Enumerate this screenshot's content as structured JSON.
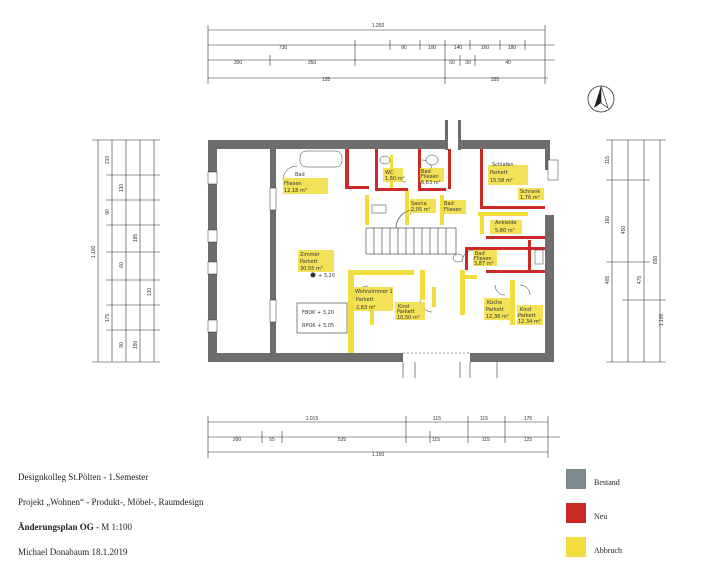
{
  "info": {
    "school": "Designkolleg St.Pölten - 1.Semester",
    "project": "Projekt „Wohnen“ - Produkt-, Möbel-, Raumdesign",
    "plan_title_bold": "Änderungsplan OG",
    "plan_title_rest": " - M 1:100",
    "author_date": "Michael Donabaum  18.1.2019"
  },
  "legend": [
    {
      "label": "Bestand",
      "color": "#7b8a8c"
    },
    {
      "label": "Neu",
      "color": "#cc2a26"
    },
    {
      "label": "Abbruch",
      "color": "#f2dd3c"
    }
  ],
  "colors": {
    "existing": "#6d6d6d",
    "new": "#cc2a26",
    "demolition": "#f2dd3c",
    "line": "#333333"
  },
  "top_dims": {
    "total": "1.250",
    "row2": [
      "730",
      "90",
      "100",
      "140",
      "160",
      "180"
    ],
    "row3": [
      "300",
      "350",
      "50",
      "30",
      "40"
    ],
    "row4": [
      "135",
      "335"
    ]
  },
  "bottom_dims": {
    "row1": [
      "1.015",
      "115",
      "115",
      "175"
    ],
    "row2": [
      "200",
      "55",
      "535",
      "115",
      "115",
      "125"
    ],
    "total": "1.150"
  },
  "left_dims": {
    "outer": "1.100",
    "inner": [
      "210",
      "130",
      "90",
      "185",
      "60",
      "130",
      "175",
      "90",
      "150"
    ]
  },
  "right_dims": {
    "outer": "1.100",
    "inner": [
      "450",
      "475",
      "650"
    ],
    "ticks": [
      "115",
      "160",
      "405"
    ]
  },
  "rooms": [
    {
      "name": "Bad",
      "sub": "Fliesen",
      "area": "12,18 m²"
    },
    {
      "name": "WC",
      "sub": "",
      "area": "1,60 m²"
    },
    {
      "name": "Bad",
      "sub": "Fliesen",
      "area": "6,63 m²"
    },
    {
      "name": "Schlafen",
      "sub": "Parkett",
      "area": "15,58 m²"
    },
    {
      "name": "Schrank",
      "sub": "",
      "area": "1,76 m²"
    },
    {
      "name": "Sauna",
      "sub": "",
      "area": "2,05 m²"
    },
    {
      "name": "Bad",
      "sub": "Fliesen",
      "area": ""
    },
    {
      "name": "Ankleide",
      "sub": "",
      "area": "5,80 m²"
    },
    {
      "name": "Zimmer",
      "sub": "Parkett",
      "area": "30,55 m²"
    },
    {
      "name": "Bad",
      "sub": "Fliesen",
      "area": "3,87 m²"
    },
    {
      "name": "Wohnzimmer 1",
      "sub": "Parkett",
      "area": "2,83 m²"
    },
    {
      "name": "Kind",
      "sub": "Parkett",
      "area": "10,50 m²"
    },
    {
      "name": "Küche",
      "sub": "Parkett",
      "area": "12,36 m²"
    },
    {
      "name": "Kind",
      "sub": "Parkett",
      "area": "12,34 m²"
    }
  ],
  "level_marks": [
    "+ 3,20",
    "FBOK + 3,20",
    "RPOK + 5,05"
  ]
}
